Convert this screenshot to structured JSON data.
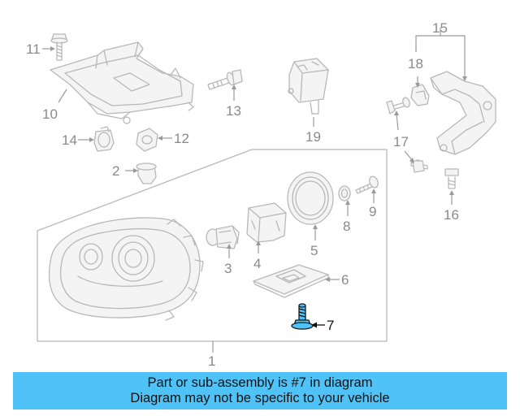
{
  "diagram": {
    "highlighted_part": "7",
    "callouts": [
      "1",
      "2",
      "3",
      "4",
      "5",
      "6",
      "7",
      "8",
      "9",
      "10",
      "11",
      "12",
      "13",
      "14",
      "15",
      "16",
      "17",
      "18",
      "19"
    ]
  },
  "banner": {
    "line1": "Part or sub-assembly is #7 in diagram",
    "line2": "Diagram may not be specific to your vehicle",
    "color": "#4fc3f7"
  }
}
